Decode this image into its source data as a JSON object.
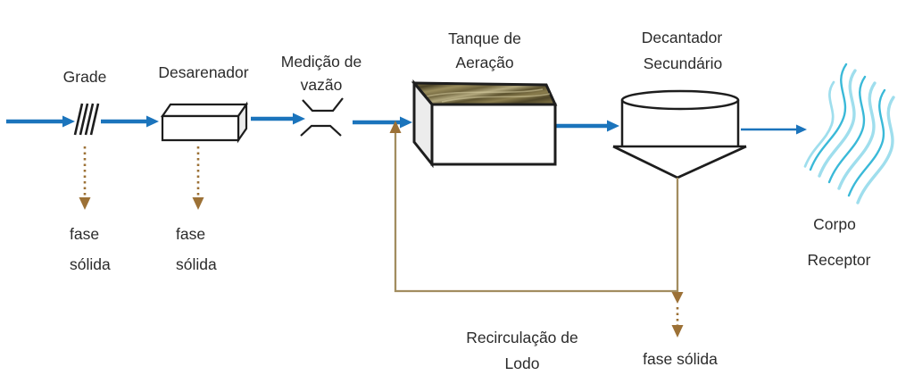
{
  "diagram": {
    "stages": {
      "grade": "Grade",
      "desarenador": "Desarenador",
      "medicao": [
        "Medição de",
        "vazão"
      ],
      "tanque": [
        "Tanque de",
        "Aeração"
      ],
      "decantador": [
        "Decantador",
        "Secundário"
      ],
      "corpo_receptor": [
        "Corpo",
        "Receptor"
      ]
    },
    "outputs": {
      "fase_solida_grade": [
        "fase",
        "sólida"
      ],
      "fase_solida_desarenador": [
        "fase",
        "sólida"
      ],
      "fase_solida_decantador": "fase sólida",
      "recirculacao": [
        "Recirculação de",
        "Lodo"
      ]
    },
    "colors": {
      "flow": "#1b74bc",
      "solids": "#9c7136",
      "recirc_line": "#a28d60",
      "outline": "#1d1d1d",
      "text": "#2b2b2b",
      "wave_light": "#9fdeed",
      "wave_dark": "#3ab9d8",
      "tank_surface_dark": "#4a4226",
      "tank_surface_light": "#b3a97e"
    }
  }
}
